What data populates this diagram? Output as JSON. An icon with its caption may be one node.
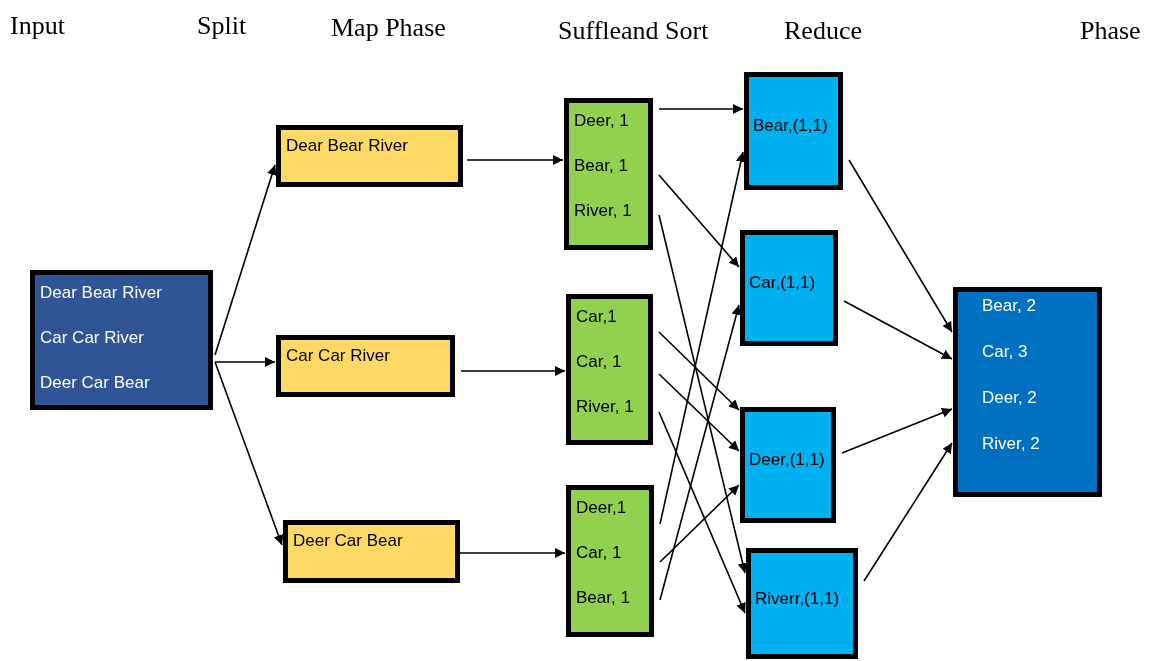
{
  "diagram": {
    "nodes": [
      {
        "text": [
          "Dear Bear River",
          "Car Car River",
          "Deer Car Bear"
        ]
      },
      {
        "text": [
          "Dear Bear River"
        ]
      },
      {
        "text": [
          "Car Car River"
        ]
      },
      {
        "text": [
          "Deer Car Bear"
        ]
      },
      {
        "text": [
          "Deer, 1",
          "Bear, 1",
          "River, 1"
        ]
      },
      {
        "text": [
          "Car,1",
          "Car, 1",
          "River, 1"
        ]
      },
      {
        "text": [
          "Deer,1",
          "Car, 1",
          "Bear, 1"
        ]
      },
      {
        "text": [
          "Bear,(1,1)"
        ]
      },
      {
        "text": [
          "Car,(1,1)"
        ]
      },
      {
        "text": [
          "Deer,(1,1)"
        ]
      },
      {
        "text": [
          "Riverr,(1,1)"
        ]
      },
      {
        "text": [
          "Bear, 2",
          "Car, 3",
          "Deer, 2",
          "River, 2"
        ]
      }
    ],
    "edges": [
      {
        "from": 0,
        "to": 1,
        "arrow": "to"
      },
      {
        "from": 0,
        "to": 2,
        "arrow": "to"
      },
      {
        "from": 0,
        "to": 3,
        "arrow": "to"
      },
      {
        "from": 1,
        "to": 4,
        "arrow": "to"
      },
      {
        "from": 2,
        "to": 5,
        "arrow": "to"
      },
      {
        "from": 3,
        "to": 6,
        "arrow": "to"
      },
      {
        "from": 4,
        "to": 7,
        "arrow": "to"
      },
      {
        "from": 4,
        "to": 8,
        "arrow": "to"
      },
      {
        "from": 4,
        "to": 10,
        "arrow": "to"
      },
      {
        "from": 5,
        "to": 9,
        "arrow": "to"
      },
      {
        "from": 5,
        "to": 9,
        "arrow": "to"
      },
      {
        "from": 5,
        "to": 10,
        "arrow": "to"
      },
      {
        "from": 6,
        "to": 7,
        "arrow": "to"
      },
      {
        "from": 6,
        "to": 9,
        "arrow": "to"
      },
      {
        "from": 6,
        "to": 8,
        "arrow": "to"
      },
      {
        "from": 7,
        "to": 11,
        "arrow": "to"
      },
      {
        "from": 8,
        "to": 11,
        "arrow": "to"
      },
      {
        "from": 9,
        "to": 11,
        "arrow": "to"
      },
      {
        "from": 10,
        "to": 11,
        "arrow": "to"
      }
    ],
    "labels": [
      "Input",
      "Split",
      "Map Phase",
      "Suffleand Sort",
      "Reduce",
      "Phase"
    ]
  }
}
